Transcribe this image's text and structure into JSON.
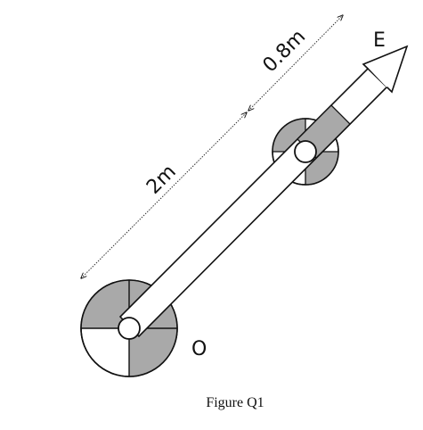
{
  "labels": {
    "segment_lower": "2m",
    "segment_upper": "0.8m",
    "end_point": "E",
    "origin_point": "O"
  },
  "caption": "Figure Q1",
  "colors": {
    "line": "#111111",
    "shade": "#a9a9a9",
    "background": "#ffffff"
  },
  "icons": {
    "arrow_head": "arrow-head-icon",
    "joint": "pin-joint-icon"
  }
}
